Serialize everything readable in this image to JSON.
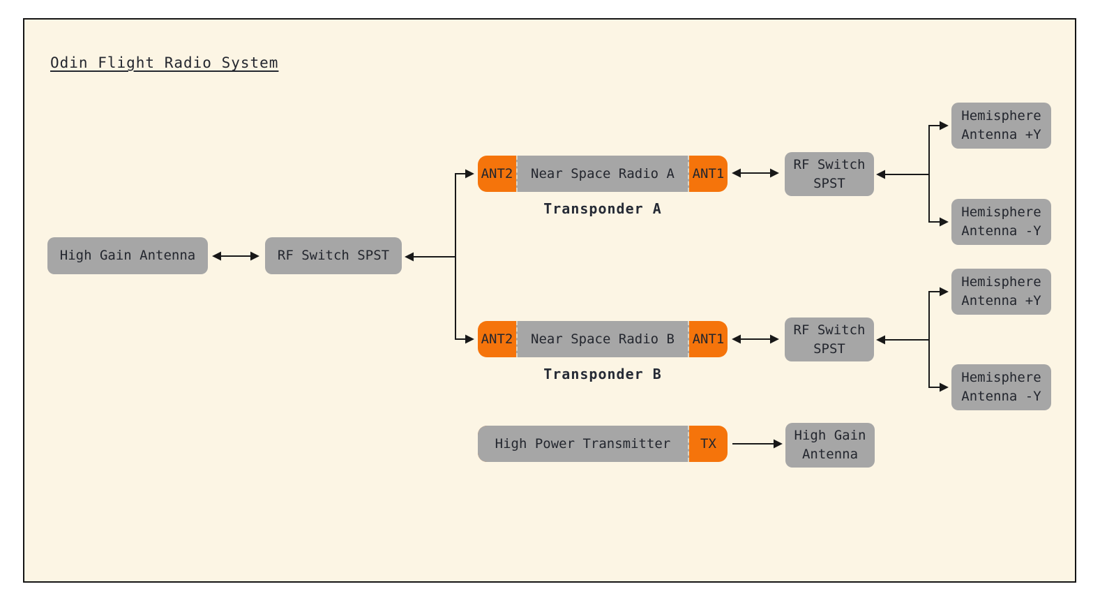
{
  "title": "Odin Flight Radio System",
  "colors": {
    "page": "#ffffff",
    "background": "#fcf5e4",
    "border": "#141414",
    "node_gray": "#a6a6a6",
    "accent_orange": "#f5740b",
    "text": "#23262e",
    "line": "#181818"
  },
  "nodes": {
    "high_gain_antenna_left": {
      "label": "High Gain Antenna"
    },
    "rf_switch_main": {
      "label": "RF Switch SPST"
    },
    "transponder_a": {
      "port_left": "ANT2",
      "name": "Near Space Radio A",
      "port_right": "ANT1",
      "caption": "Transponder A"
    },
    "rf_switch_a": {
      "line1": "RF Switch",
      "line2": "SPST"
    },
    "hemisphere_a_plus": {
      "line1": "Hemisphere",
      "line2": "Antenna +Y"
    },
    "hemisphere_a_minus": {
      "line1": "Hemisphere",
      "line2": "Antenna -Y"
    },
    "transponder_b": {
      "port_left": "ANT2",
      "name": "Near Space Radio B",
      "port_right": "ANT1",
      "caption": "Transponder B"
    },
    "rf_switch_b": {
      "line1": "RF Switch",
      "line2": "SPST"
    },
    "hemisphere_b_plus": {
      "line1": "Hemisphere",
      "line2": "Antenna +Y"
    },
    "hemisphere_b_minus": {
      "line1": "Hemisphere",
      "line2": "Antenna -Y"
    },
    "high_power_transmitter": {
      "name": "High Power Transmitter",
      "port_right": "TX"
    },
    "high_gain_antenna_out": {
      "line1": "High Gain",
      "line2": "Antenna"
    }
  }
}
